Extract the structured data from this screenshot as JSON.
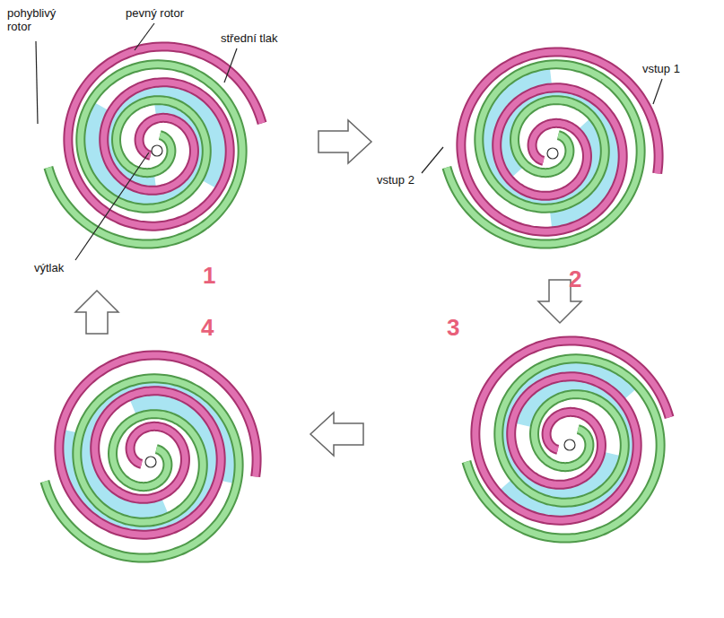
{
  "diagram": {
    "labels": [
      "pohyblivý rotor",
      "pevný rotor",
      "střední tlak",
      "výtlak",
      "vstup 1",
      "vstup 2",
      "1",
      "2",
      "3",
      "4"
    ]
  }
}
